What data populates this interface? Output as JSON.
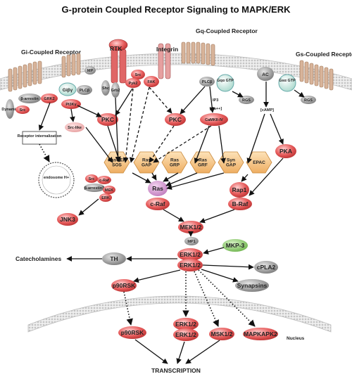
{
  "title": "G-protein Coupled Receptor Signaling to MAPK/ERK",
  "colors": {
    "red": "#e64a4a",
    "pink": "#f4b8b8",
    "hex": "#f3c58e",
    "gray": "#8c8c8c",
    "teal": "#cfe9e2",
    "green": "#86c76a",
    "membrane": "#d9d9d9",
    "receptor": "#d8b49a",
    "rtk": "#e06666"
  },
  "receptors": {
    "gi": "Gi-Coupled Receptor",
    "gq": "Gq-Coupled Receptor",
    "gs": "Gs-Coupled Receptor",
    "rtk": "RTK",
    "integrin": "Integrin"
  },
  "membrane_proteins": {
    "mp": "MP",
    "shc": "Shc",
    "grb2": "Grb2",
    "dynamin": "Dynamin",
    "barrestin": "β-arrestin",
    "src": "Src",
    "grk2": "GRK2",
    "gibg": "Giβγ",
    "plcb1": "PLCβ",
    "pi3k": "PI3Kγ",
    "src2": "Src",
    "pyk2": "Pyk2",
    "fak": "FAK",
    "plcb2": "PLCβ",
    "gqa": "Gqα GTP",
    "rgs1": "RGS",
    "ac": "AC",
    "gsa": "Gsα GTP",
    "rgs2": "RGS"
  },
  "middle": {
    "receptor_internalization": "Receptor internalization",
    "src_like": "Src-like",
    "pkc1": "PKC",
    "pkc2": "PKC",
    "camkii": "CaMKII-IV",
    "ip3": "IP3",
    "ca": "[Ca++]",
    "camp": "[cAMP]",
    "pka": "PKA",
    "epac": "EPAC"
  },
  "hexagons": [
    "RasGEF SOS",
    "Ras GAP",
    "Ras GRP",
    "Ras GRF",
    "Syn GAP",
    "EPAC"
  ],
  "endosome": {
    "label": "endosome H+",
    "src": "Src",
    "craf": "c-Raf",
    "barrestin": "β-arrestin1",
    "mek": "MEK",
    "erk": "ERK"
  },
  "core": {
    "jnk3": "JNK3",
    "ras": "Ras",
    "craf": "c-Raf",
    "rap1": "Rap1",
    "braf": "B-Raf",
    "mek12": "MEK1/2",
    "mp1": "MP1",
    "mkp3": "MKP-3",
    "erk1": "ERK1/2",
    "erk2": "ERK1/2",
    "th": "TH",
    "catecholamines": "Catecholamines",
    "cpla2": "cPLA2",
    "p90rsk": "p90RSK",
    "synapsins": "Synapsins"
  },
  "nucleus": {
    "label": "Nucleus",
    "p90rsk": "p90RSK",
    "erk1": "ERK1/2",
    "erk2": "ERK1/2",
    "msk12": "MSK1/2",
    "mapkapk2": "MAPKAPK2",
    "transcription": "TRANSCRIPTION"
  }
}
